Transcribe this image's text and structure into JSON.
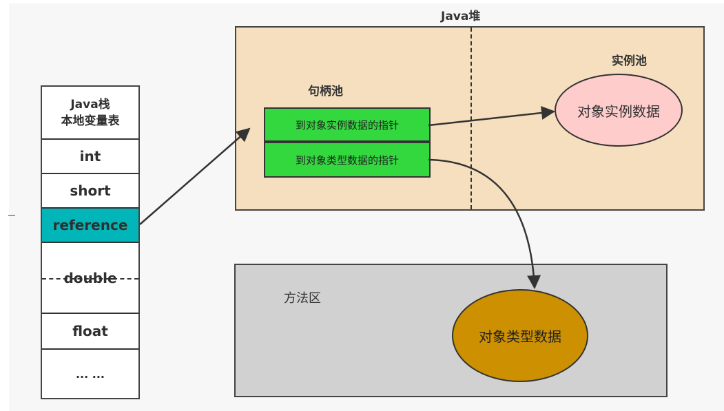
{
  "diagram": {
    "stack": {
      "title_line1": "Java栈",
      "title_line2": "本地变量表",
      "slots": [
        "int",
        "short",
        "reference",
        "double",
        "float",
        "... ..."
      ]
    },
    "heap": {
      "title": "Java堆",
      "handle_pool_label": "句柄池",
      "instance_pool_label": "实例池",
      "handles": [
        "到对象实例数据的指针",
        "到对象类型数据的指针"
      ],
      "instance_data": "对象实例数据"
    },
    "method_area": {
      "label": "方法区",
      "type_data": "对象类型数据"
    },
    "colors": {
      "reference_slot": "#02b5b8",
      "heap_fill": "#f5dfbf",
      "handle_fill": "#33d83e",
      "instance_fill": "#ffcccc",
      "method_area_fill": "#d1d1d1",
      "type_data_fill": "#cc9000"
    }
  }
}
